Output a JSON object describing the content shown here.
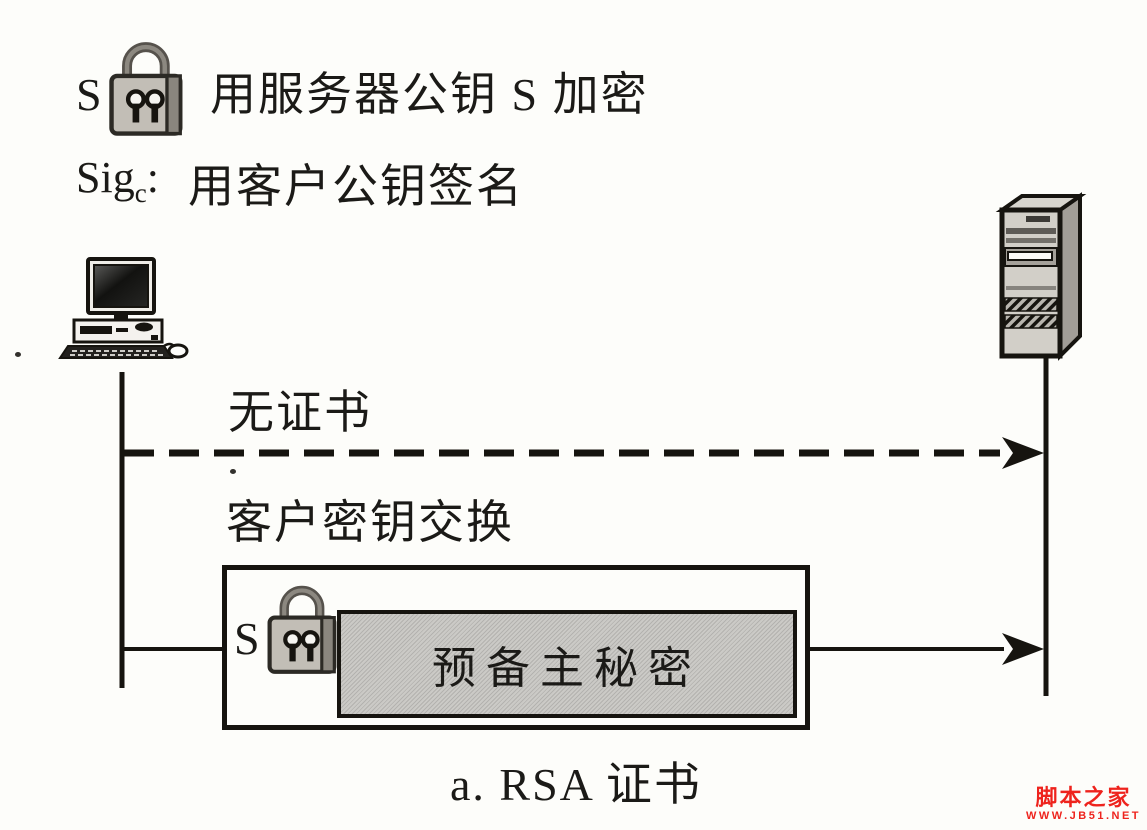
{
  "colors": {
    "ink": "#1b1a17",
    "lock_body": "#c2beb6",
    "secret_box_fill": "#c8c7c3",
    "watermark_red": "#ee231d",
    "background": "#fdfdfa"
  },
  "icons": {
    "lock": "padlock-icon",
    "client": "desktop-computer-icon",
    "server": "server-tower-icon"
  },
  "legend": {
    "server_key": {
      "symbol": "S",
      "text": "用服务器公钥 S 加密"
    },
    "client_sig": {
      "symbol": "Sig",
      "subscript": "c",
      "colon": ":",
      "text": "用客户公钥签名"
    }
  },
  "messages": {
    "no_certificate": {
      "label": "无证书",
      "line_style": "dashed"
    },
    "client_key_exchange": {
      "label": "客户密钥交换",
      "line_style": "solid"
    }
  },
  "box": {
    "key_symbol": "S",
    "secret_label": "预备主秘密"
  },
  "caption": {
    "text": "a. RSA 证书"
  },
  "watermark": {
    "site_name": "脚本之家",
    "site_url": "WWW.JB51.NET"
  }
}
